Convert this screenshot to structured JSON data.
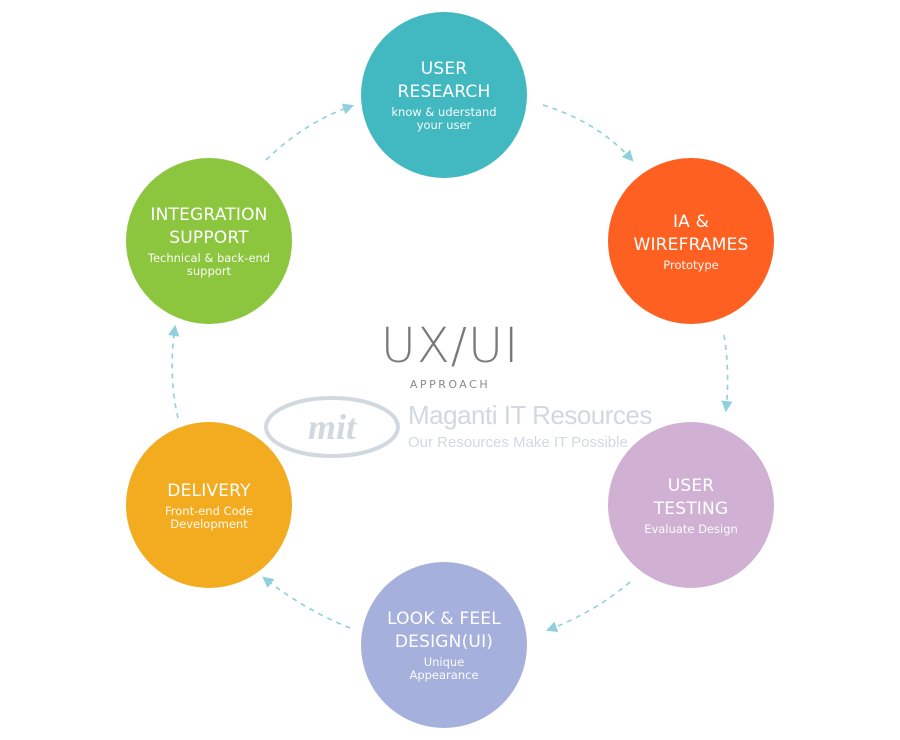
{
  "center": {
    "title": "UX/UI",
    "subtitle": "APPROACH"
  },
  "watermark": {
    "logo_text": "mit",
    "company": "Maganti IT Resources",
    "tagline": "Our Resources Make IT Possible"
  },
  "steps": [
    {
      "title_lines": [
        "USER",
        "RESEARCH"
      ],
      "subtitle_lines": [
        "know & uderstand",
        "your user"
      ],
      "color": "#42b8c0"
    },
    {
      "title_lines": [
        "IA &",
        "WIREFRAMES"
      ],
      "subtitle_lines": [
        "Prototype"
      ],
      "color": "#fd6021"
    },
    {
      "title_lines": [
        "USER",
        "TESTING"
      ],
      "subtitle_lines": [
        "Evaluate Design"
      ],
      "color": "#d0b1d3"
    },
    {
      "title_lines": [
        "LOOK & FEEL",
        "DESIGN(UI)"
      ],
      "subtitle_lines": [
        "Unique",
        "Appearance"
      ],
      "color": "#a6b0dc"
    },
    {
      "title_lines": [
        "DELIVERY"
      ],
      "subtitle_lines": [
        "Front-end Code",
        "Development"
      ],
      "color": "#f3ab1f"
    },
    {
      "title_lines": [
        "INTEGRATION",
        "SUPPORT"
      ],
      "subtitle_lines": [
        "Technical & back-end",
        "support"
      ],
      "color": "#8cc63f"
    }
  ],
  "arrow_color": "#8fd0dc"
}
